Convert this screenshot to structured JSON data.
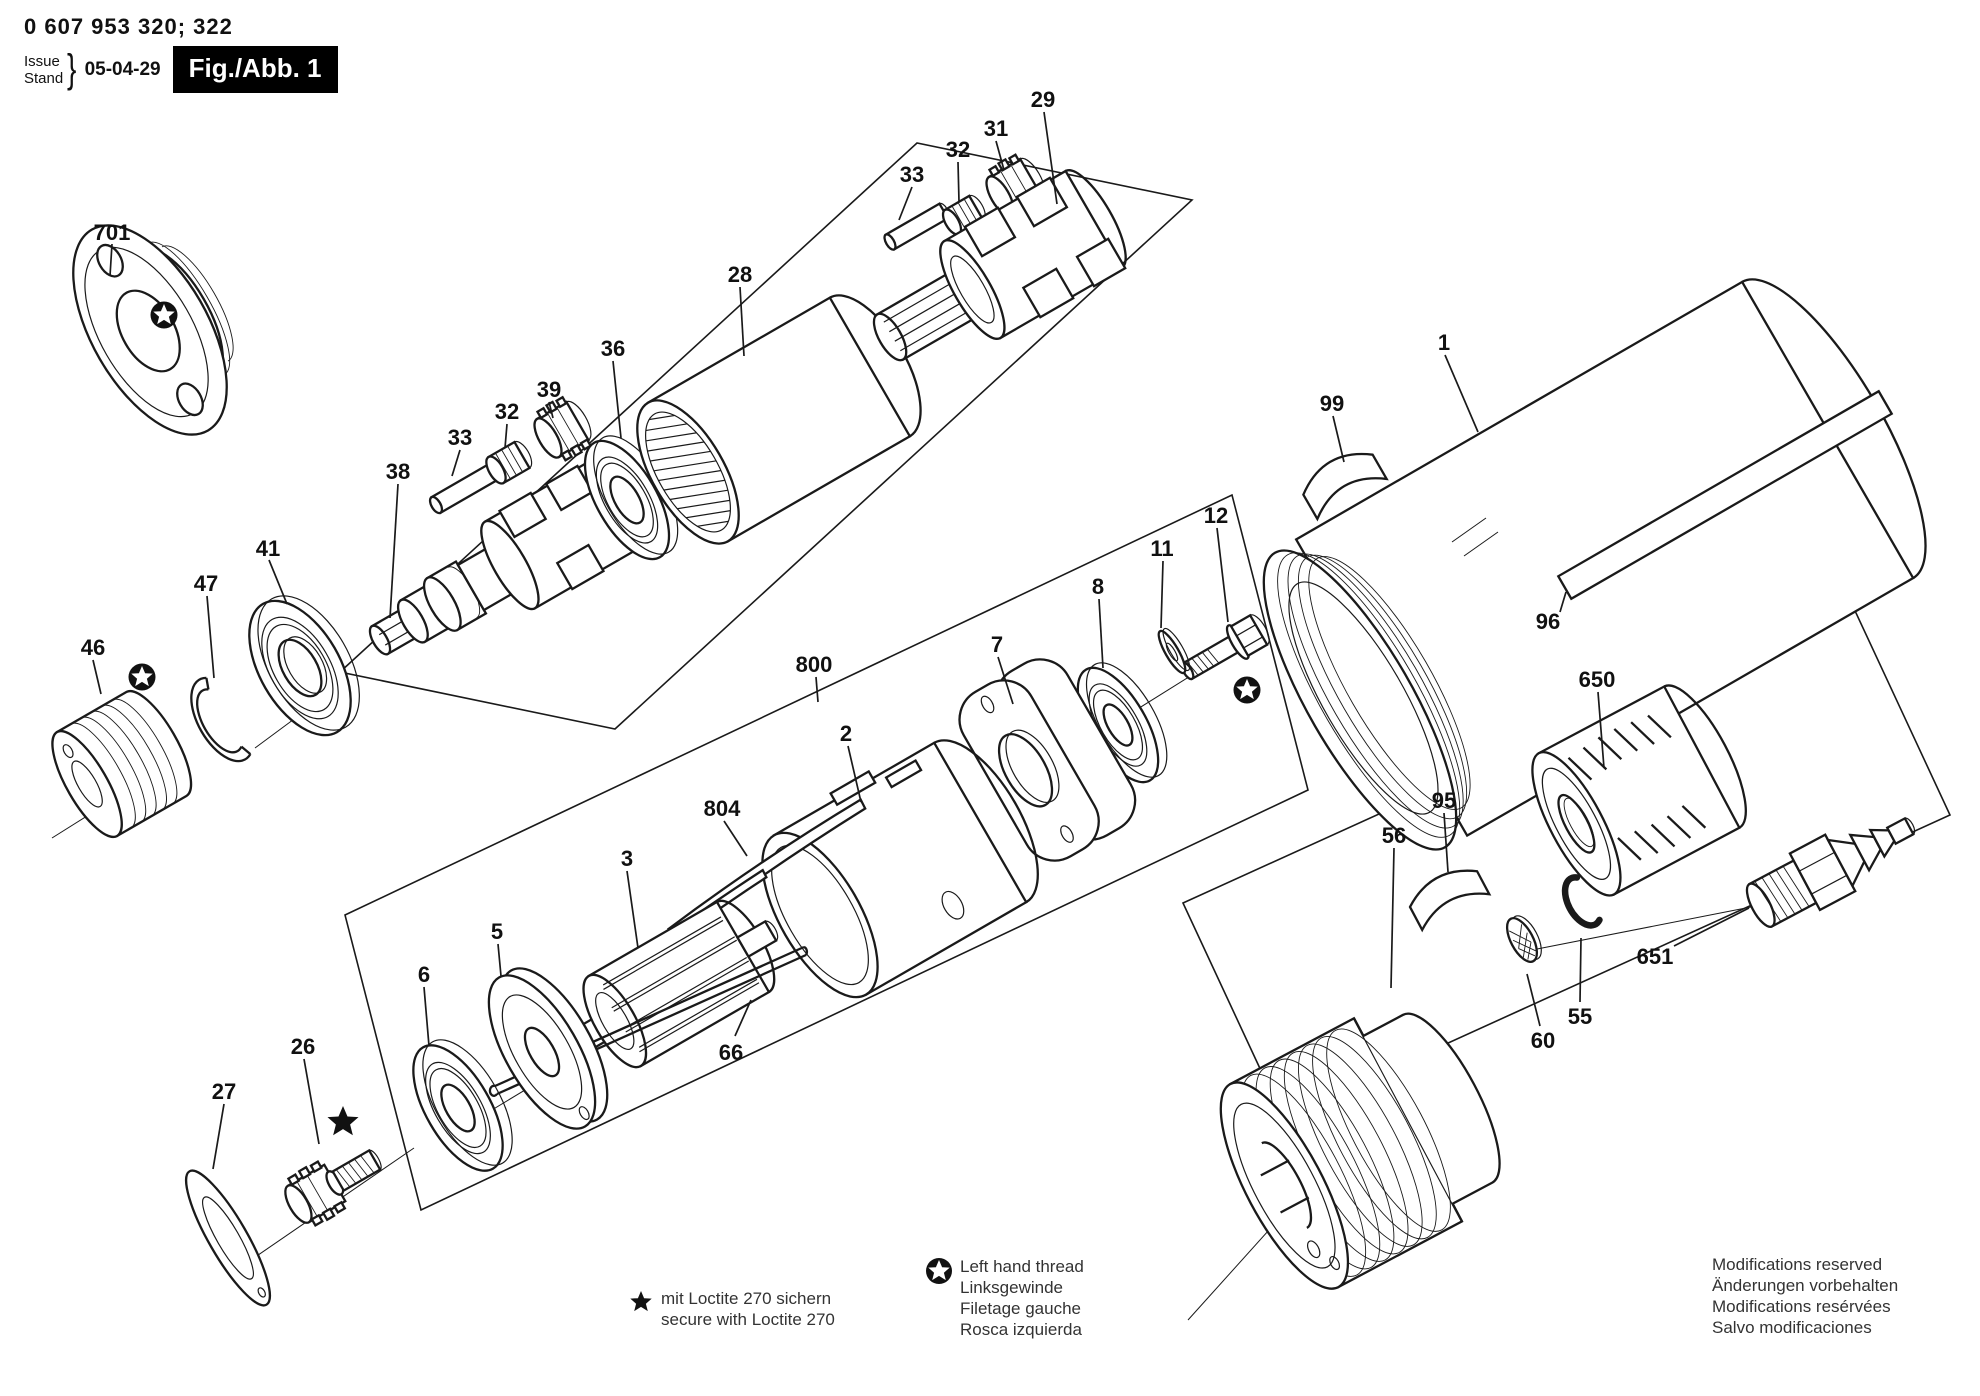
{
  "header": {
    "part_number": "0 607 953 320; 322",
    "issue_label": "Issue",
    "stand_label": "Stand",
    "brace": "}",
    "date": "05-04-29",
    "figure_label": "Fig./Abb. 1"
  },
  "callouts": {
    "k701": "701",
    "k46": "46",
    "k47": "47",
    "k41": "41",
    "k38": "38",
    "k33a": "33",
    "k32a": "32",
    "k39": "39",
    "k36": "36",
    "k28": "28",
    "k33b": "33",
    "k32b": "32",
    "k31": "31",
    "k29": "29",
    "k800": "800",
    "k2": "2",
    "k804": "804",
    "k3": "3",
    "k5": "5",
    "k6": "6",
    "k26": "26",
    "k27": "27",
    "k66": "66",
    "k7": "7",
    "k8": "8",
    "k11": "11",
    "k12": "12",
    "k1": "1",
    "k99": "99",
    "k96": "96",
    "k650": "650",
    "k95": "95",
    "k56": "56",
    "k651": "651",
    "k55": "55",
    "k60": "60"
  },
  "legend": {
    "loctite": {
      "line1": "mit Loctite 270 sichern",
      "line2": "secure with Loctite 270"
    },
    "left_hand_thread": {
      "lines": [
        "Left hand thread",
        "Linksgewinde",
        "Filetage gauche",
        "Rosca izquierda"
      ]
    },
    "modifications": {
      "lines": [
        "Modifications reserved",
        "Änderungen vorbehalten",
        "Modifications resérvées",
        "Salvo modificaciones"
      ]
    }
  }
}
